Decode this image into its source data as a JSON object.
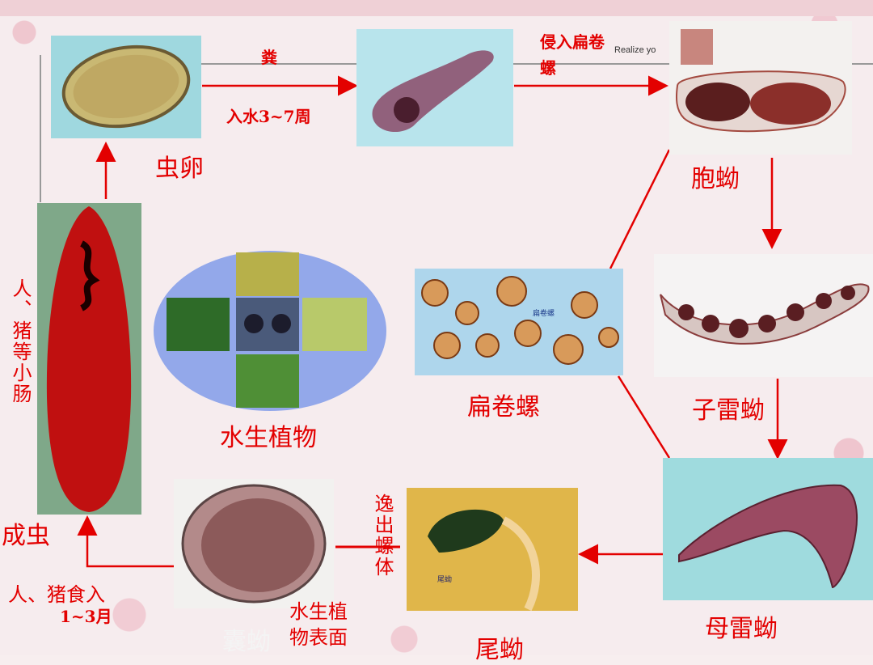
{
  "header": {
    "realize_text": "Realize yo"
  },
  "stages": {
    "egg": "虫卵",
    "sporocyst": "胞蚴",
    "snail": "扁卷螺",
    "daughter_redia": "子雷蚴",
    "mother_redia": "母雷蚴",
    "cercaria": "尾蚴",
    "metacercaria": "囊蚴",
    "adult": "成虫",
    "plants": "水生植物"
  },
  "transitions": {
    "feces": "粪",
    "water": "入水3~7周",
    "invade_snail": "侵入扁卷螺",
    "escape_snail": "逸出螺体",
    "plant_surface": "水生植物表面",
    "eaten_line1": "人、猪食入",
    "eaten_line2": "1~3月",
    "host_habitat": "人、猪等小肠"
  },
  "photo_labels": {
    "snail_tag": "扁卷螺",
    "cercaria_tag": "尾蚴"
  },
  "colors": {
    "accent": "#e30000"
  }
}
